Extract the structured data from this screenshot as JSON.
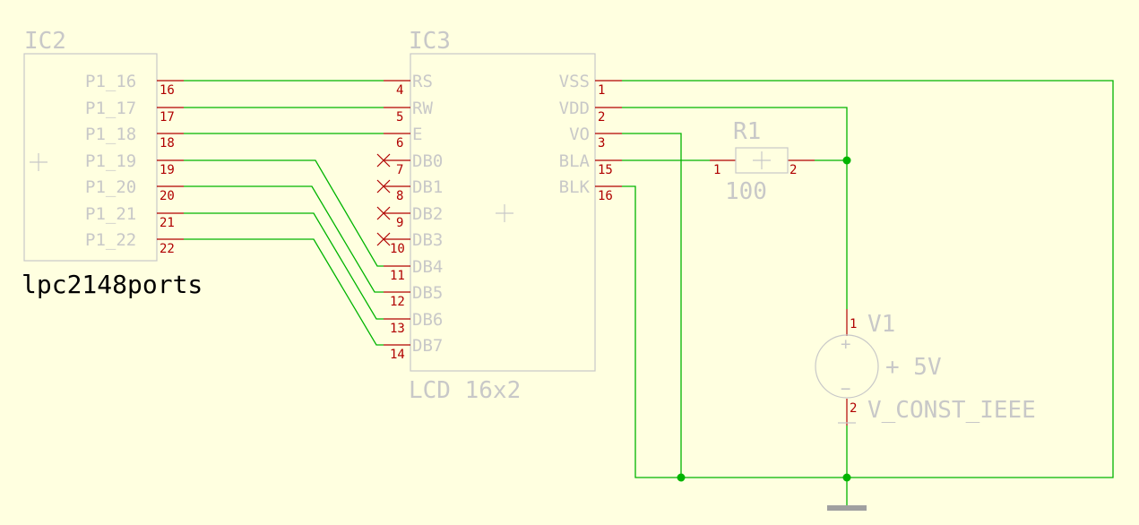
{
  "ic2": {
    "ref": "IC2",
    "value": "lpc2148ports",
    "pins": [
      {
        "label": "P1_16",
        "num": "16"
      },
      {
        "label": "P1_17",
        "num": "17"
      },
      {
        "label": "P1_18",
        "num": "18"
      },
      {
        "label": "P1_19",
        "num": "19"
      },
      {
        "label": "P1_20",
        "num": "20"
      },
      {
        "label": "P1_21",
        "num": "21"
      },
      {
        "label": "P1_22",
        "num": "22"
      }
    ]
  },
  "ic3": {
    "ref": "IC3",
    "value": "LCD 16x2",
    "left_pins": [
      {
        "label": "RS",
        "num": "4"
      },
      {
        "label": "RW",
        "num": "5"
      },
      {
        "label": "E",
        "num": "6"
      },
      {
        "label": "DB0",
        "num": "7"
      },
      {
        "label": "DB1",
        "num": "8"
      },
      {
        "label": "DB2",
        "num": "9"
      },
      {
        "label": "DB3",
        "num": "10"
      },
      {
        "label": "DB4",
        "num": "11"
      },
      {
        "label": "DB5",
        "num": "12"
      },
      {
        "label": "DB6",
        "num": "13"
      },
      {
        "label": "DB7",
        "num": "14"
      }
    ],
    "right_pins": [
      {
        "label": "VSS",
        "num": "1"
      },
      {
        "label": "VDD",
        "num": "2"
      },
      {
        "label": "VO",
        "num": "3"
      },
      {
        "label": "BLA",
        "num": "15"
      },
      {
        "label": "BLK",
        "num": "16"
      }
    ]
  },
  "r1": {
    "ref": "R1",
    "value": "100",
    "pin1": "1",
    "pin2": "2"
  },
  "v1": {
    "ref": "V1",
    "value": "+ 5V",
    "model": "V_CONST_IEEE",
    "pin1": "1",
    "pin2": "2",
    "plus": "+",
    "minus": "−"
  },
  "colors": {
    "background": "#ffffe0",
    "wire": "#00b400",
    "pin": "#b00000",
    "symbol": "#c8c8c8",
    "ground": "#a0a0a0"
  }
}
